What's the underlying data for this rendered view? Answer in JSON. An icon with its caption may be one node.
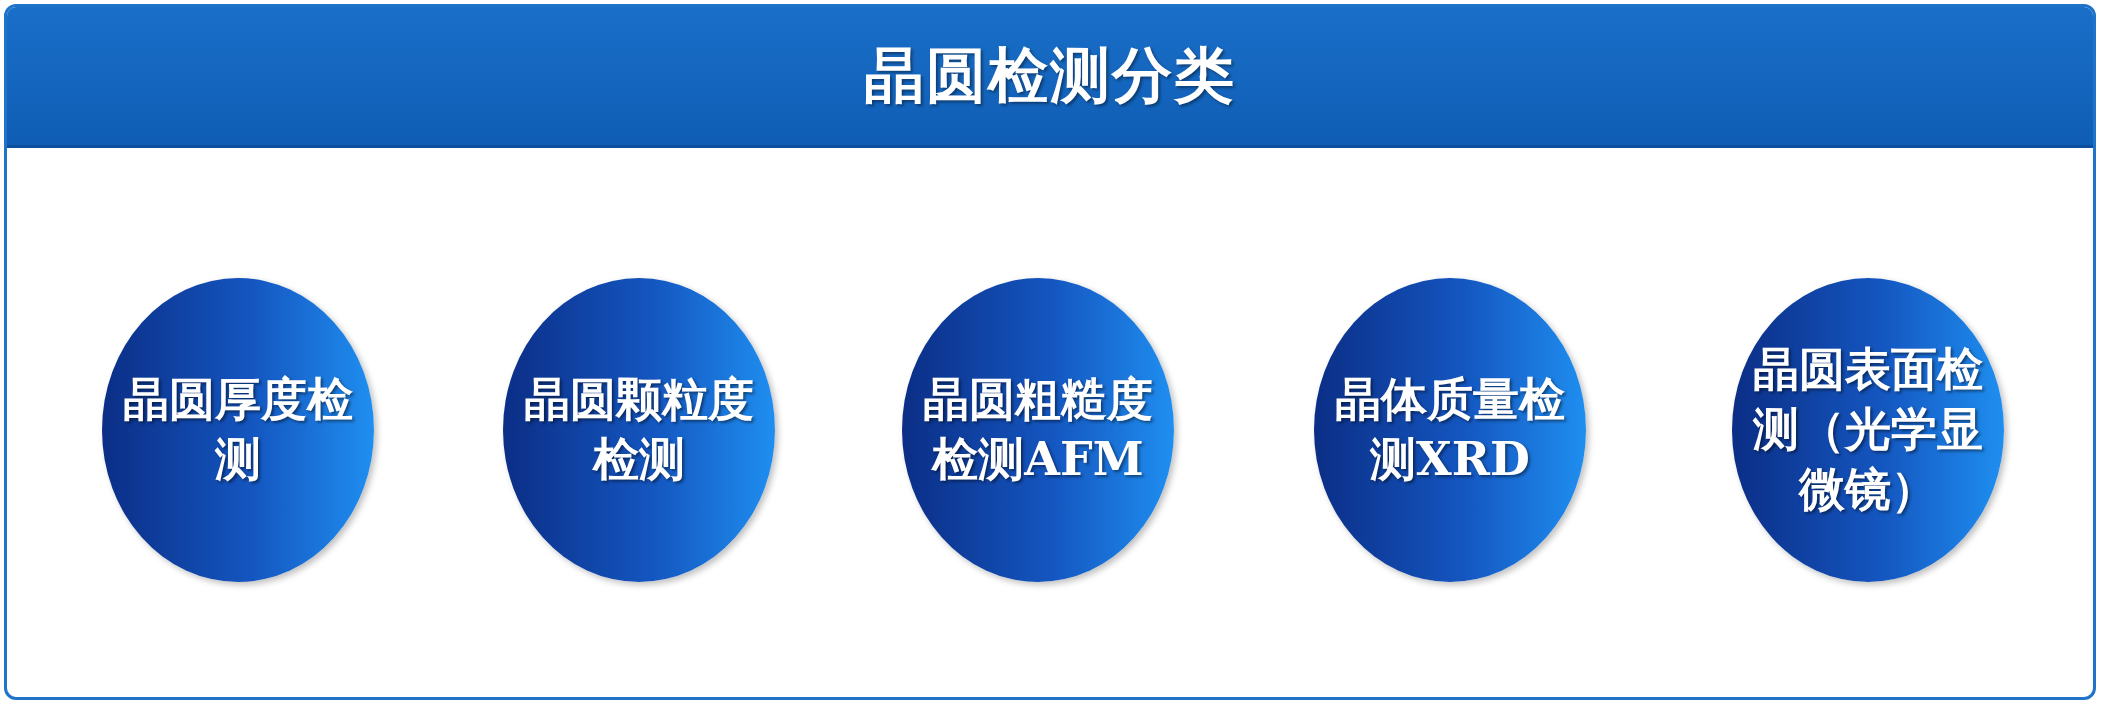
{
  "diagram": {
    "title": "晶圆检测分类",
    "nodes": [
      {
        "text": [
          "晶圆厚度检测"
        ]
      },
      {
        "text": [
          "晶圆颗粒度检测"
        ]
      },
      {
        "text": [
          "晶圆粗糙度检测AFM"
        ]
      },
      {
        "text": [
          "晶体质量检测XRD"
        ]
      },
      {
        "text": [
          "晶圆表面检测（光学显微镜）"
        ]
      }
    ]
  }
}
